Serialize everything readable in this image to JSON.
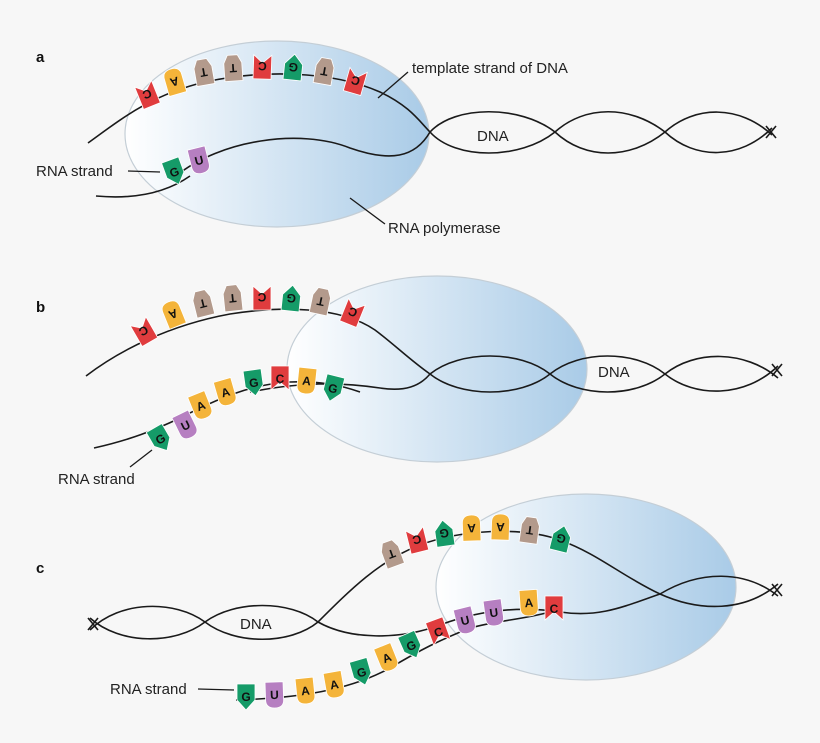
{
  "colors": {
    "A": "#f4b43a",
    "T": "#b39a8c",
    "C": "#e03c3e",
    "G": "#159b68",
    "U": "#b67fc1",
    "polymerase_from": "#ffffff",
    "polymerase_to": "#a9cbe7",
    "line": "#1a1a1a"
  },
  "panels": {
    "a": {
      "label": "a",
      "template_label": "template strand of DNA",
      "dna_label": "DNA",
      "rna_label": "RNA strand",
      "polymerase_label": "RNA polymerase",
      "template_bases": [
        "C",
        "A",
        "T",
        "T",
        "C",
        "G",
        "T",
        "C"
      ],
      "rna_bases": [
        "G",
        "U"
      ]
    },
    "b": {
      "label": "b",
      "dna_label": "DNA",
      "rna_label": "RNA strand",
      "template_bases": [
        "C",
        "A",
        "T",
        "T",
        "C",
        "G",
        "T",
        "C"
      ],
      "rna_bases": [
        "G",
        "U",
        "A",
        "A",
        "G",
        "C",
        "A",
        "G"
      ]
    },
    "c": {
      "label": "c",
      "dna_label": "DNA",
      "rna_label": "RNA strand",
      "template_bases": [
        "T",
        "C",
        "G",
        "A",
        "A",
        "T",
        "G"
      ],
      "rna_bases": [
        "G",
        "U",
        "A",
        "A",
        "G",
        "A",
        "G",
        "C",
        "U",
        "U",
        "A",
        "C"
      ]
    }
  }
}
